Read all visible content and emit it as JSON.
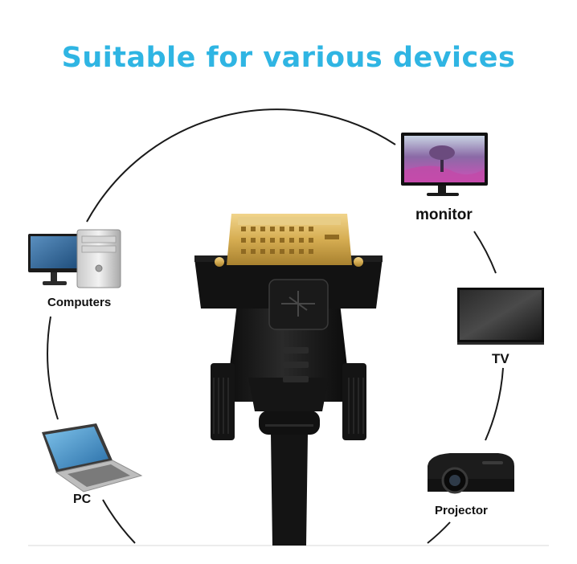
{
  "headline": "Suitable for various devices",
  "devices": {
    "monitor": "monitor",
    "computers": "Computers",
    "tv": "TV",
    "pc": "PC",
    "projector": "Projector"
  },
  "colors": {
    "headline": "#2fb5e3",
    "connector_body": "#161616",
    "pins": "#d9b35a",
    "circle": "#1a1a1a"
  }
}
